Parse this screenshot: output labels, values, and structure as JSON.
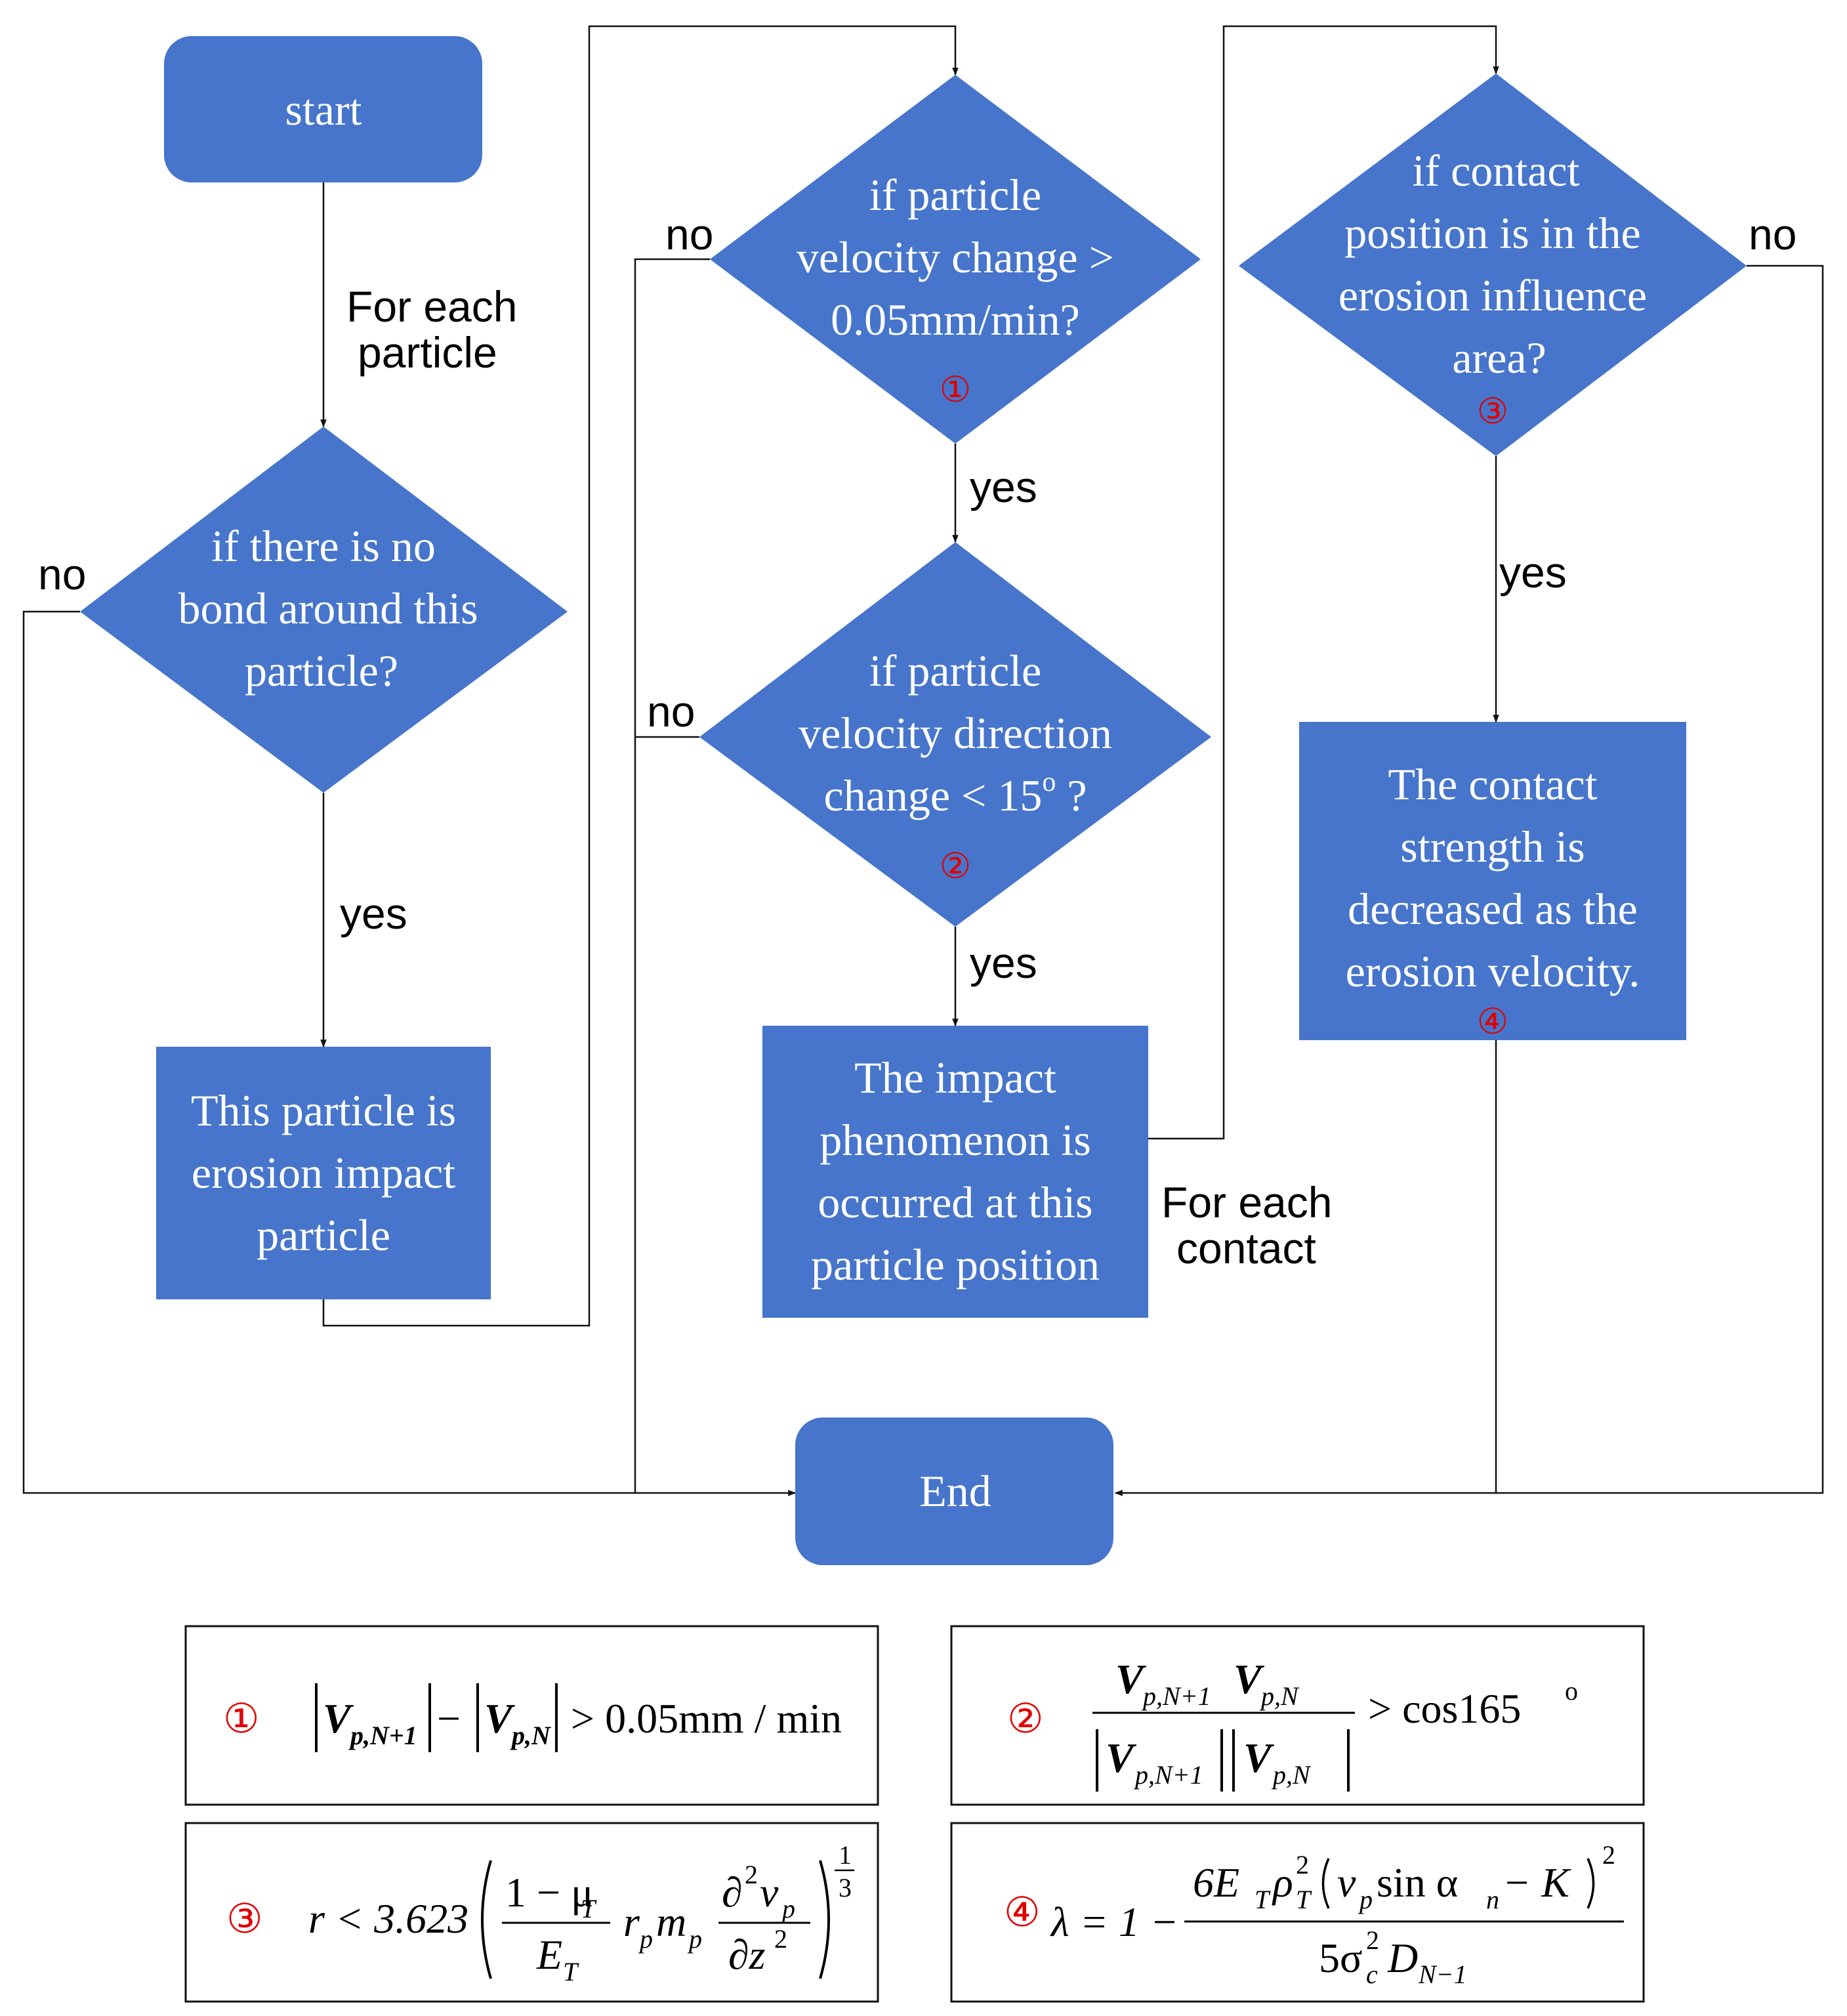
{
  "colors": {
    "shape_fill": "#4675CB",
    "marker": "#E00000",
    "line": "#111111"
  },
  "nodes": {
    "start": "start",
    "d1": [
      "if there is no",
      "bond around this",
      "particle?"
    ],
    "p1": [
      "This particle is",
      "erosion impact",
      "particle"
    ],
    "d2": [
      "if particle",
      "velocity change >",
      "0.05mm/min?"
    ],
    "d3": [
      "if particle",
      "velocity direction",
      "change < 15",
      "o",
      " ?"
    ],
    "p2": [
      "The impact",
      "phenomenon  is",
      "occurred at this",
      "particle position"
    ],
    "d4": [
      "if contact",
      "position is in the",
      "erosion influence",
      "area?"
    ],
    "p3": [
      "The contact",
      "strength is",
      "decreased as the",
      "erosion velocity."
    ],
    "end": "End"
  },
  "markers": {
    "m1": "①",
    "m2": "②",
    "m3": "③",
    "m4": "④"
  },
  "edge_labels": {
    "for_each_particle": [
      "For each",
      "particle"
    ],
    "for_each_contact": [
      "For each",
      "contact"
    ],
    "yes": "yes",
    "no": "no"
  },
  "formulas": {
    "f1": {
      "marker": "①",
      "v": "V",
      "sub_a": "p,N+1",
      "sub_b": "p,N",
      "minus": "−",
      "rhs": "> 0.05mm / min"
    },
    "f2": {
      "marker": "②",
      "v": "V",
      "sub_a": "p,N+1",
      "sub_b": "p,N",
      "rhs": "> cos165",
      "deg": "o"
    },
    "f3": {
      "marker": "③",
      "lhs": "r < 3.623",
      "num": "1 − μ",
      "num_sub": "T",
      "den": "E",
      "den_sub": "T",
      "mid": "r",
      "mid_sub": "p",
      "mid2": "m",
      "mid2_sub": "p",
      "d_num": "∂",
      "d_num_sup": "2",
      "d_num_v": "v",
      "d_num_v_sub": "p",
      "d_den": "∂z",
      "d_den_sup": "2",
      "exp_num": "1",
      "exp_den": "3"
    },
    "f4": {
      "marker": "④",
      "lhs": "λ = 1 −",
      "num": "6E",
      "num_sub": "T",
      "rho": "ρ",
      "rho_sup": "2",
      "rho_sub": "T",
      "paren": "v",
      "paren_sub": "p",
      "sin": " sin α",
      "sin_sub": "n",
      "minusK": " − K",
      "sq": "2",
      "den": "5σ",
      "den_sup": "2",
      "den_sub": "c",
      "den_d": "D",
      "den_d_sub": "N−1"
    }
  }
}
